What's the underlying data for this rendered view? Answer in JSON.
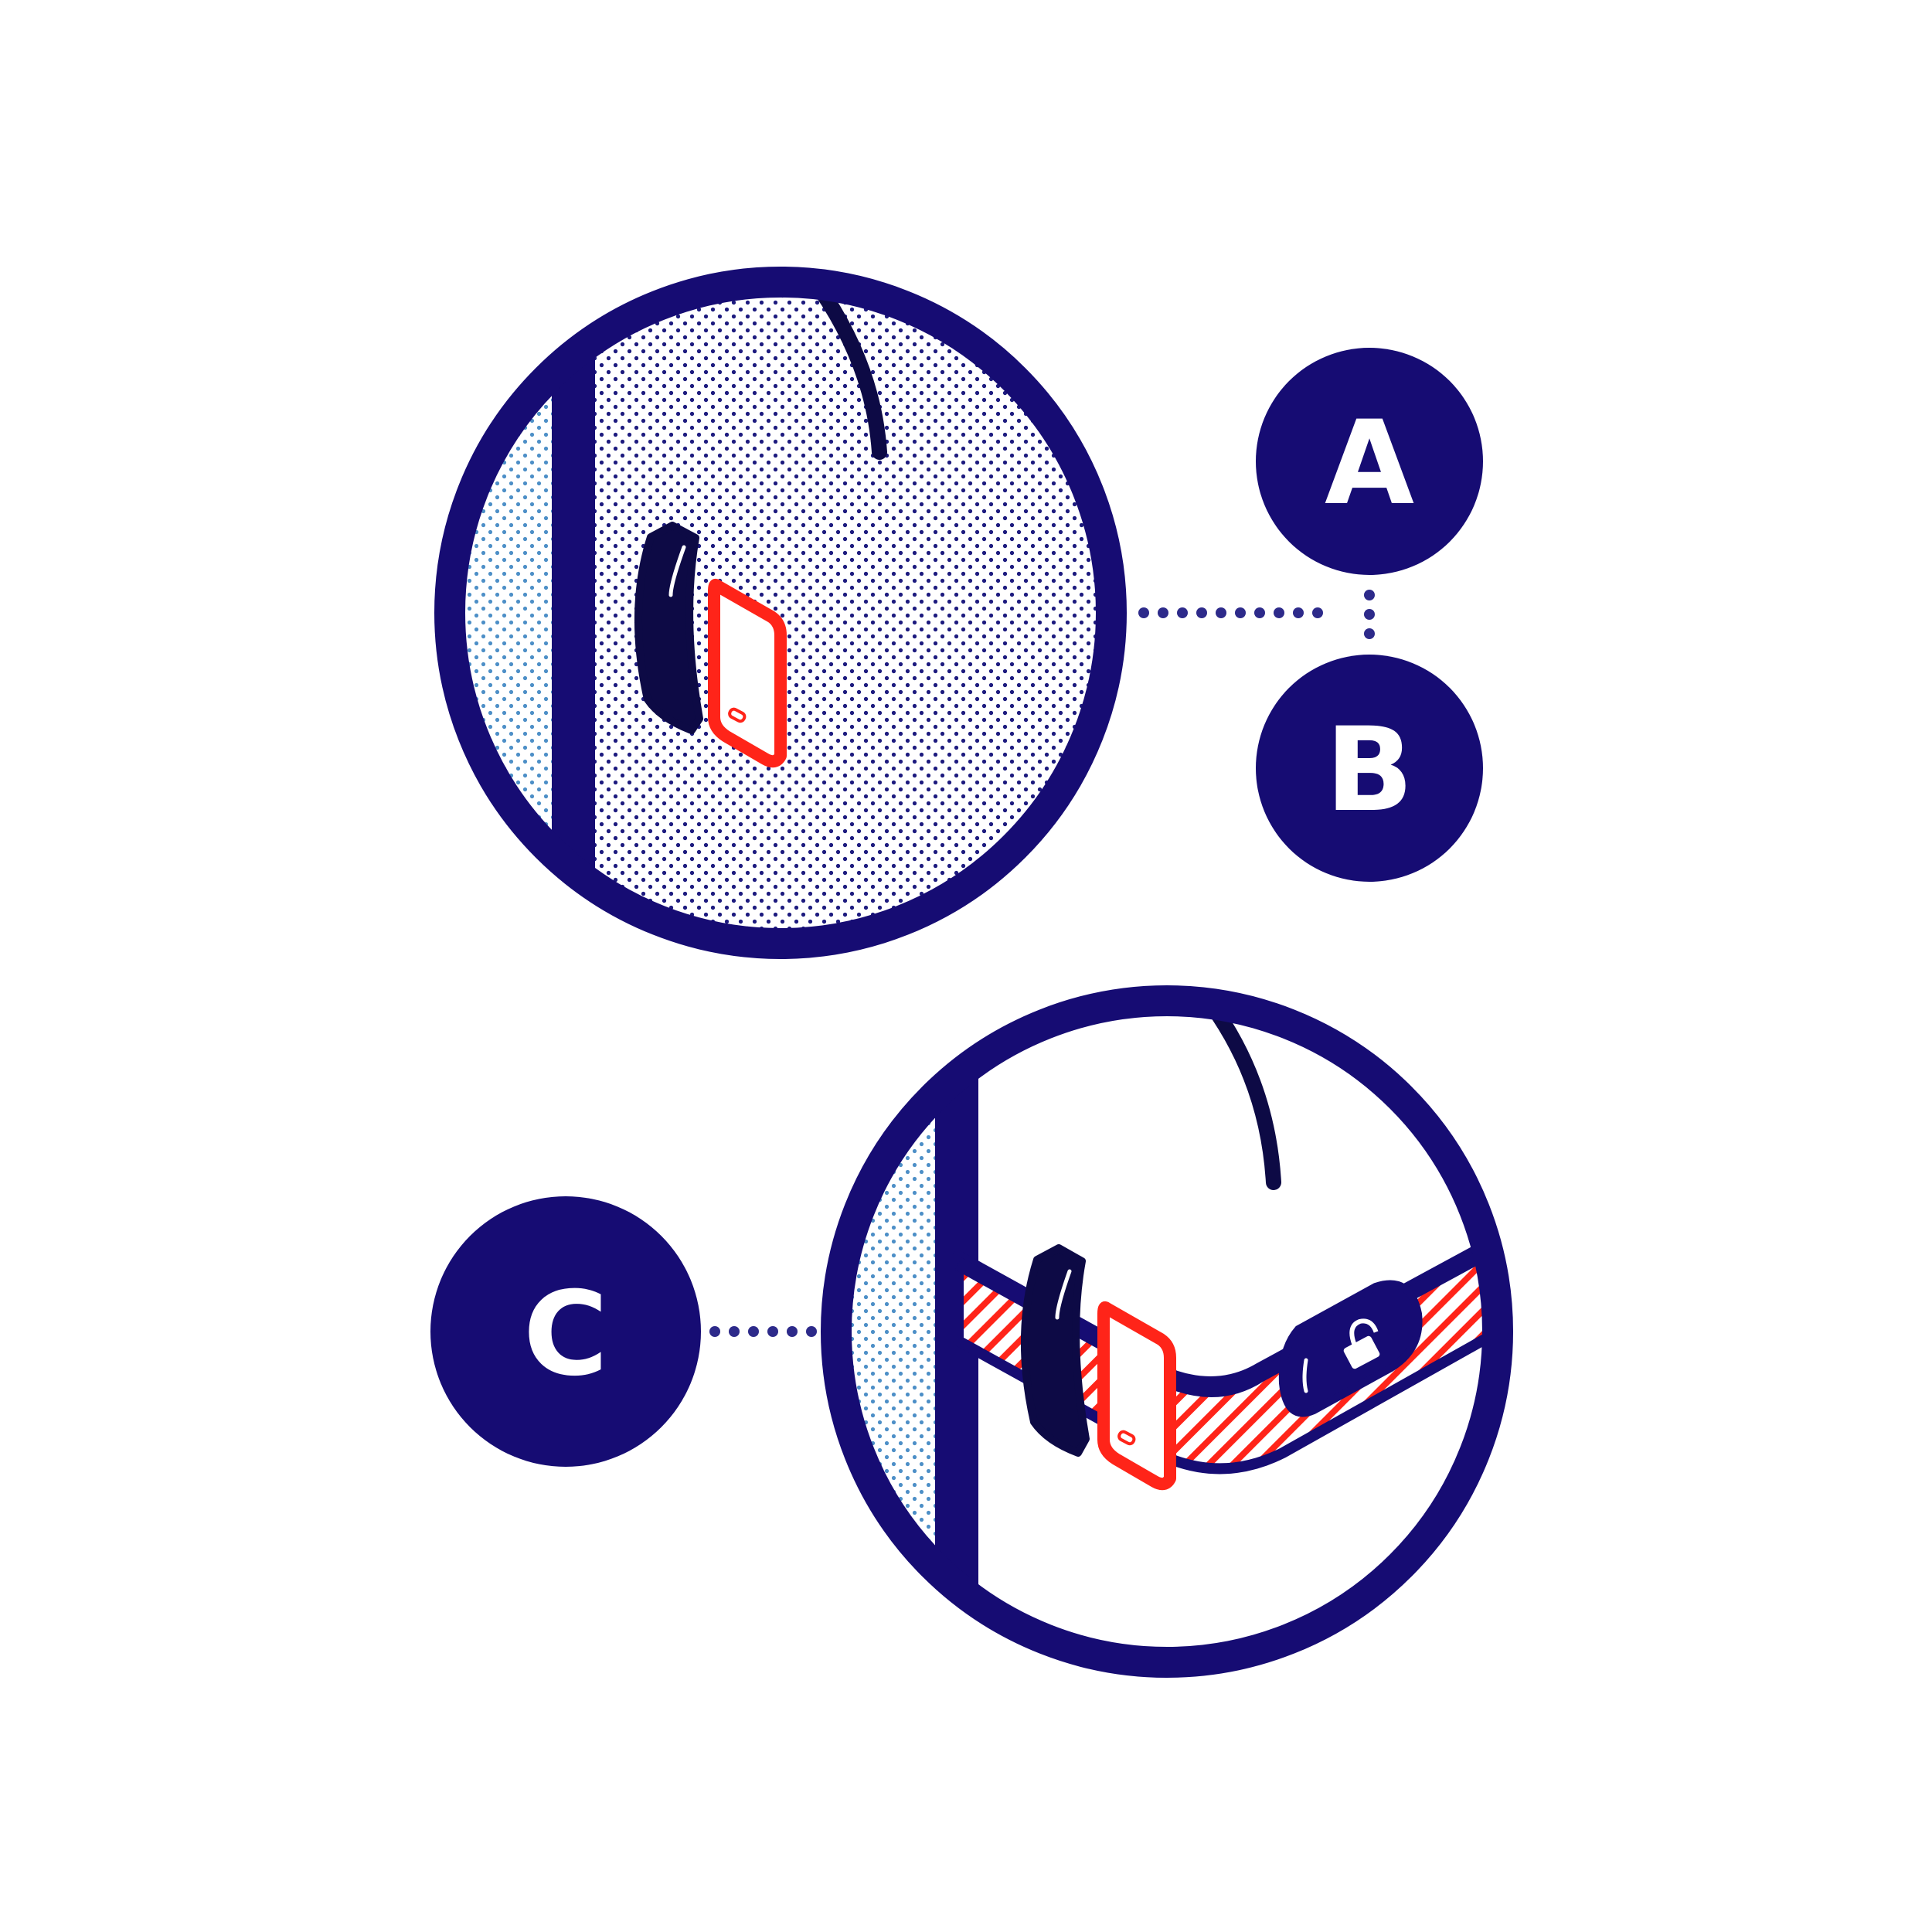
{
  "labels": {
    "a": "A",
    "b": "B",
    "c": "C"
  },
  "colors": {
    "navy": "#160c73",
    "dark_navy": "#0d0a45",
    "red": "#ff2419",
    "dot_dark": "#1e1a7e",
    "dot_light": "#4d8fc7",
    "white": "#ffffff"
  },
  "icons": {
    "sensor": "door-sensor-icon",
    "magnet": "magnet-icon",
    "lock": "padlock-icon"
  }
}
